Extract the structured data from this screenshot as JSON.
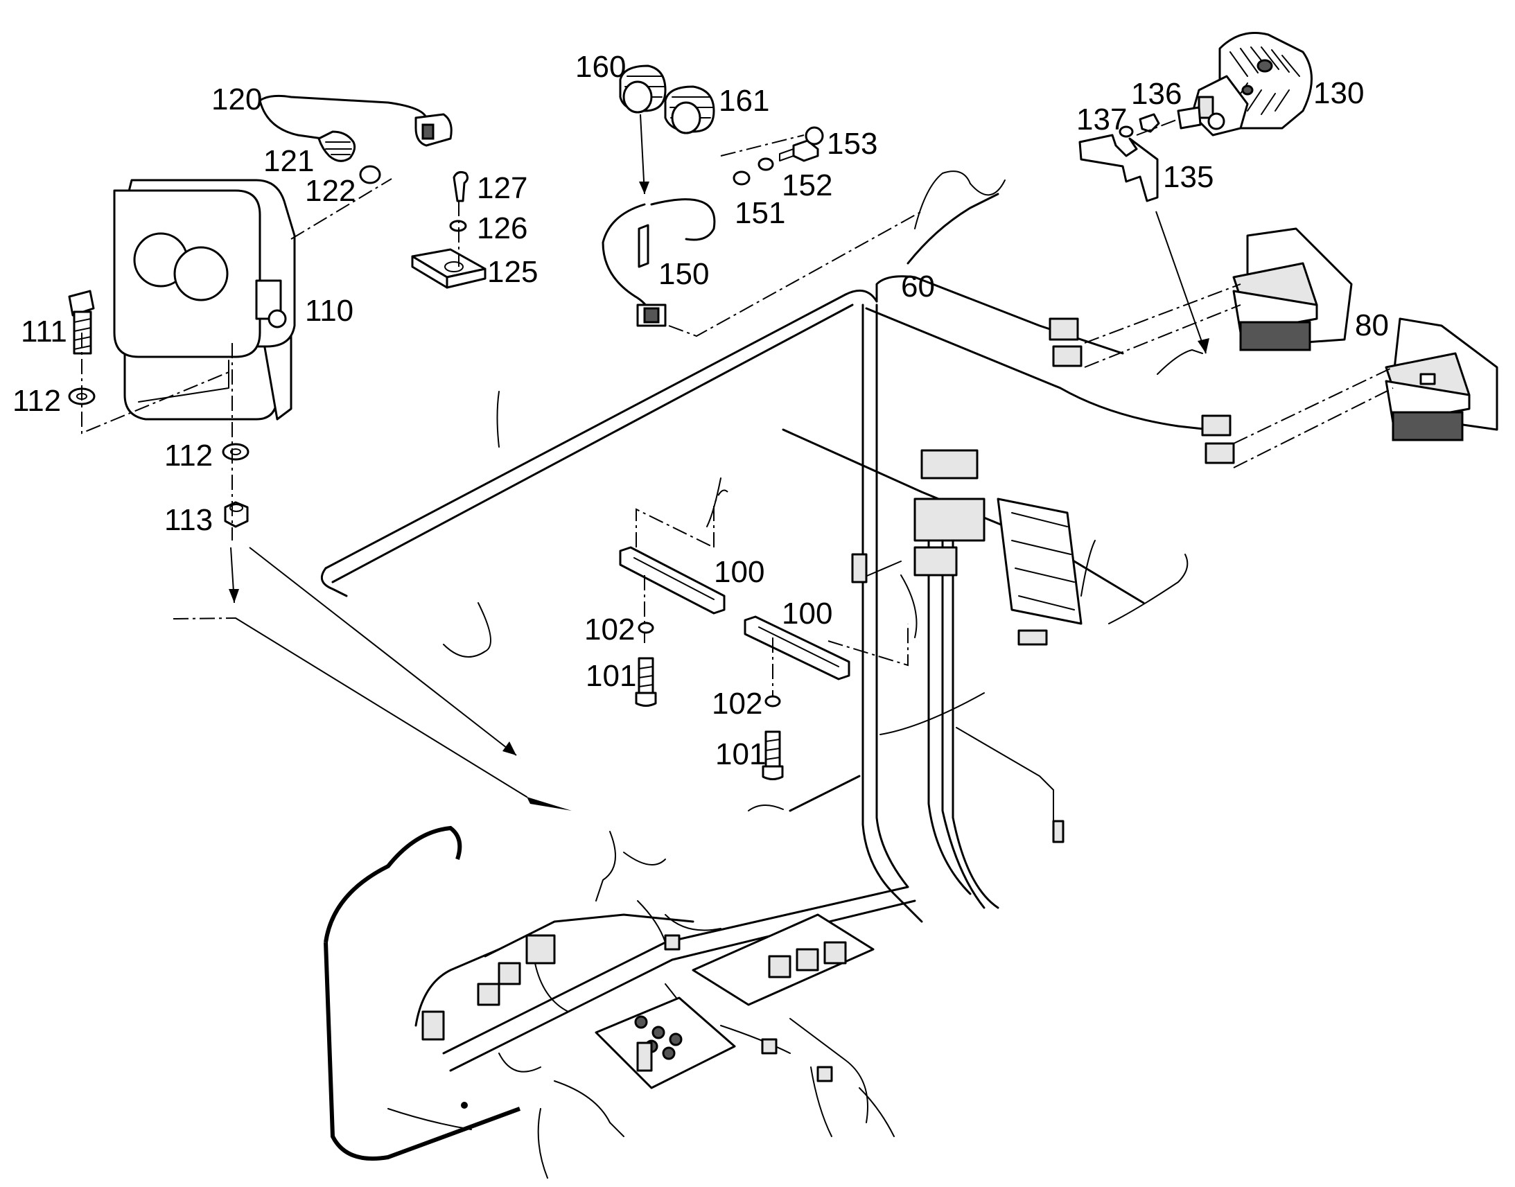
{
  "labels": {
    "p60": "60",
    "p80": "80",
    "p100a": "100",
    "p100b": "100",
    "p101a": "101",
    "p101b": "101",
    "p102a": "102",
    "p102b": "102",
    "p110": "110",
    "p111": "111",
    "p112a": "112",
    "p112b": "112",
    "p113": "113",
    "p120": "120",
    "p121": "121",
    "p122": "122",
    "p125": "125",
    "p126": "126",
    "p127": "127",
    "p130": "130",
    "p135": "135",
    "p136": "136",
    "p137": "137",
    "p150": "150",
    "p151": "151",
    "p152": "152",
    "p153": "153",
    "p160": "160",
    "p161": "161"
  }
}
